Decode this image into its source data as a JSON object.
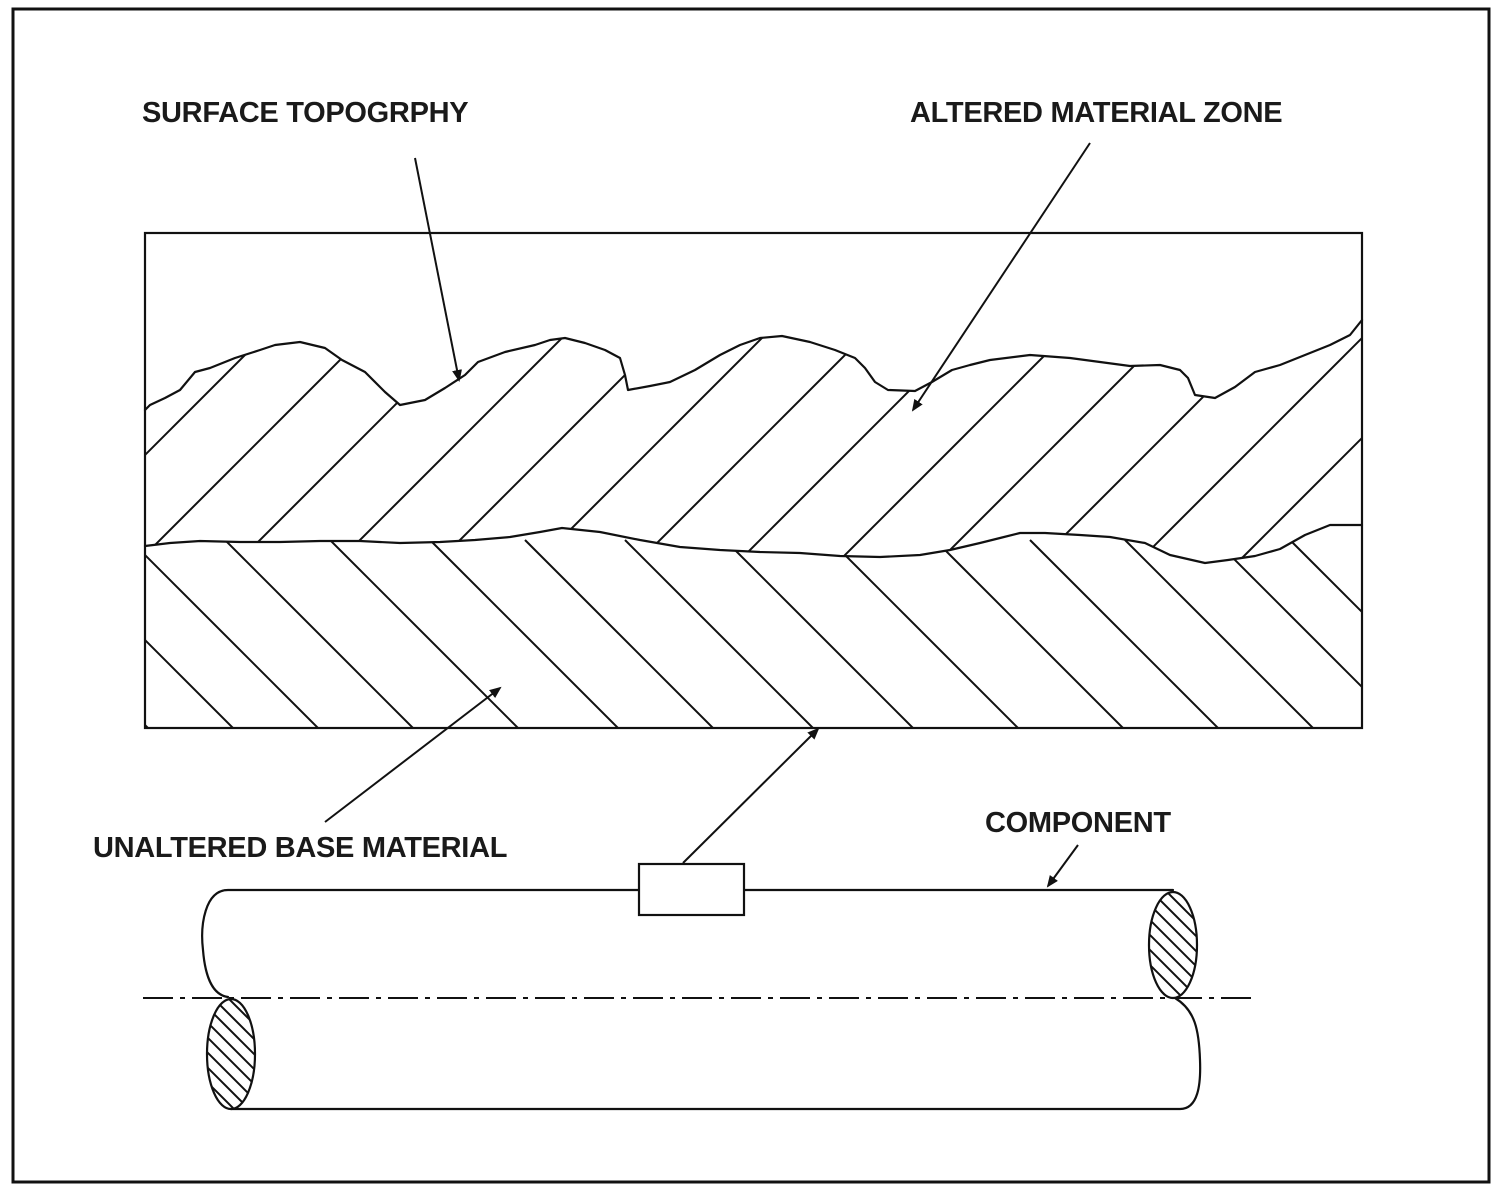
{
  "labels": {
    "surface_topography": "SURFACE TOPOGRPHY",
    "altered_material_zone": "ALTERED MATERIAL ZONE",
    "unaltered_base_material": "UNALTERED BASE MATERIAL",
    "component": "COMPONENT"
  }
}
